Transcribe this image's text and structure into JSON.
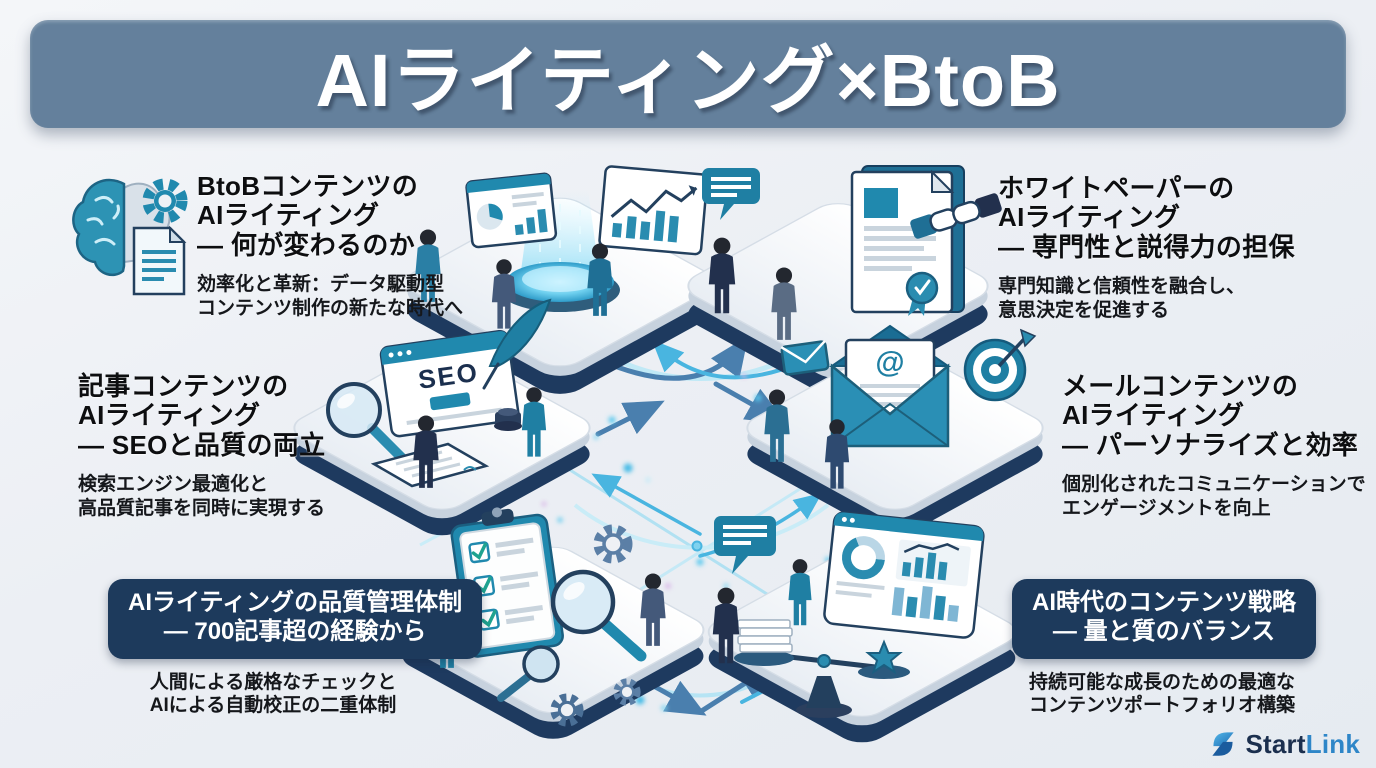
{
  "header": {
    "title": "AIライティング×BtoB"
  },
  "sections": {
    "btob": {
      "title": [
        "BtoBコンテンツの",
        "AIライティング",
        "― 何が変わるのか"
      ],
      "desc": [
        "効率化と革新：データ駆動型",
        "コンテンツ制作の新たな時代へ"
      ]
    },
    "whitepaper": {
      "title": [
        "ホワイトペーパーの",
        "AIライティング",
        "― 専門性と説得力の担保"
      ],
      "desc": [
        "専門知識と信頼性を融合し、",
        "意思決定を促進する"
      ]
    },
    "article": {
      "title": [
        "記事コンテンツの",
        "AIライティング",
        "― SEOと品質の両立"
      ],
      "desc": [
        "検索エンジン最適化と",
        "高品質記事を同時に実現する"
      ]
    },
    "email": {
      "title": [
        "メールコンテンツの",
        "AIライティング",
        "― パーソナライズと効率"
      ],
      "desc": [
        "個別化されたコミュニケーションで",
        "エンゲージメントを向上"
      ]
    },
    "quality": {
      "badge": [
        "AIライティングの品質管理体制",
        "― 700記事超の経験から"
      ],
      "desc": [
        "人間による厳格なチェックと",
        "AIによる自動校正の二重体制"
      ]
    },
    "strategy": {
      "badge": [
        "AI時代のコンテンツ戦略",
        "― 量と質のバランス"
      ],
      "desc": [
        "持続可能な成長のための最適な",
        "コンテンツポートフォリオ構築"
      ]
    }
  },
  "illustrations": {
    "seo_label": "SEO",
    "email_at": "@"
  },
  "logo": {
    "start": "Start",
    "link": "Link"
  },
  "colors": {
    "header_bg": "#64809c",
    "badge_bg": "#1d3a5c",
    "accent_teal": "#2089ae",
    "navy": "#1e3a5f",
    "arrow_blue": "#4a7fae",
    "arrow_cyan": "#49b5e0"
  }
}
